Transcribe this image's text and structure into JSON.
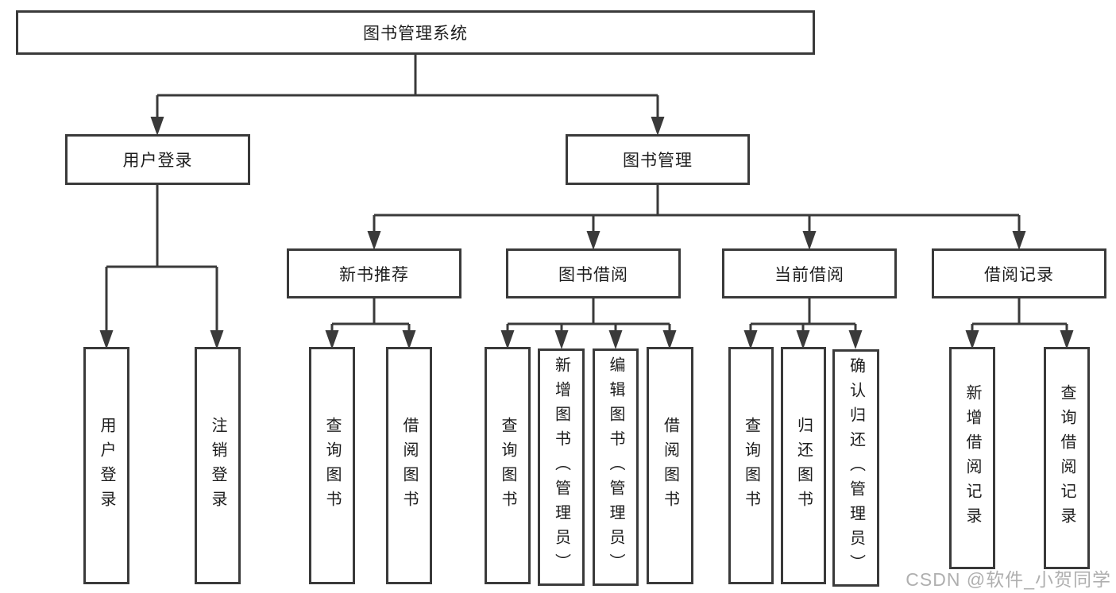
{
  "diagram": {
    "type": "hierarchy-tree",
    "tree": {
      "root": "图书管理系统",
      "children": [
        {
          "label": "用户登录",
          "children": [
            "用户登录",
            "注销登录"
          ]
        },
        {
          "label": "图书管理",
          "children": [
            {
              "label": "新书推荐",
              "children": [
                "查询图书",
                "借阅图书"
              ]
            },
            {
              "label": "图书借阅",
              "children": [
                "查询图书",
                "新增图书（管理员）",
                "编辑图书（管理员）",
                "借阅图书"
              ]
            },
            {
              "label": "当前借阅",
              "children": [
                "查询图书",
                "归还图书",
                "确认归还（管理员）"
              ]
            },
            {
              "label": "借阅记录",
              "children": [
                "新增借阅记录",
                "查询借阅记录"
              ]
            }
          ]
        }
      ]
    },
    "colors": {
      "line": "#3a3a3a",
      "box_border": "#3a3a3a",
      "box_fill": "#ffffff",
      "text": "#1d1d1d",
      "watermark": "#a8a8a8",
      "background": "#ffffff"
    }
  },
  "watermark": {
    "text": "CSDN @软件_小贺同学"
  }
}
